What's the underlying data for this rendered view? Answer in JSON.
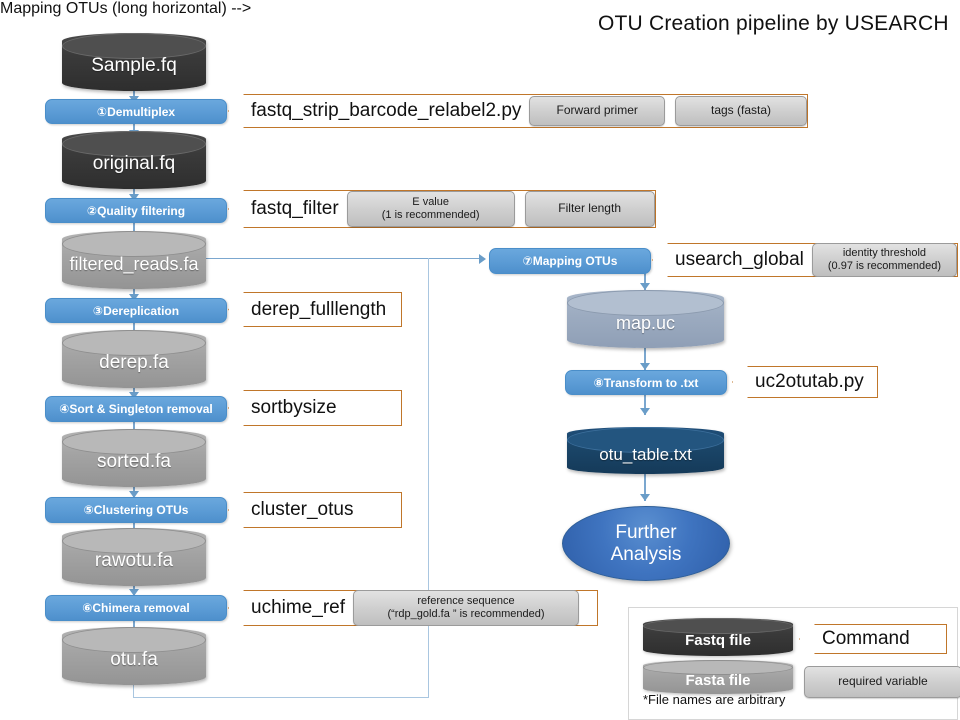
{
  "title": "OTU Creation pipeline by USEARCH",
  "pipeline": {
    "left": {
      "files": [
        {
          "name": "Sample.fq",
          "kind": "fastq"
        },
        {
          "name": "original.fq",
          "kind": "fastq"
        },
        {
          "name": "filtered_reads.fa",
          "kind": "fasta"
        },
        {
          "name": "derep.fa",
          "kind": "fasta"
        },
        {
          "name": "sorted.fa",
          "kind": "fasta"
        },
        {
          "name": "rawotu.fa",
          "kind": "fasta"
        },
        {
          "name": "otu.fa",
          "kind": "fasta"
        }
      ],
      "steps": [
        {
          "label": "①Demultiplex",
          "command": "fastq_strip_barcode_relabel2.py",
          "variables": [
            "Forward primer",
            "tags (fasta)"
          ]
        },
        {
          "label": "②Quality filtering",
          "command": "fastq_filter",
          "variables": [
            "E value\n(1 is recommended)",
            "Filter length"
          ]
        },
        {
          "label": "③Dereplication",
          "command": "derep_fulllength",
          "variables": []
        },
        {
          "label": "④Sort & Singleton removal",
          "command": "sortbysize",
          "variables": []
        },
        {
          "label": "⑤Clustering OTUs",
          "command": "cluster_otus",
          "variables": []
        },
        {
          "label": "⑥Chimera removal",
          "command": "uchime_ref",
          "variables": [
            "reference sequence\n(“rdp_gold.fa ” is recommended)"
          ]
        }
      ]
    },
    "right": {
      "files": [
        {
          "name": "map.uc",
          "kind": "steel"
        },
        {
          "name": "otu_table.txt",
          "kind": "navy"
        }
      ],
      "steps": [
        {
          "label": "⑦Mapping OTUs",
          "command": "usearch_global",
          "variables": [
            "identity threshold\n(0.97 is recommended)"
          ]
        },
        {
          "label": "⑧Transform to .txt",
          "command": "uc2otutab.py",
          "variables": []
        }
      ],
      "terminal": "Further\nAnalysis"
    }
  },
  "legend": {
    "fastq_label": "Fastq file",
    "fasta_label": "Fasta file",
    "command_label": "Command",
    "variable_label": "required variable",
    "note": "*File names are arbitrary"
  },
  "colors": {
    "step_blue": "#5B9BD5",
    "command_border": "#C0762A",
    "connector": "#7BA7CF",
    "fastq_dark": "#3A3A3A",
    "fasta_gray": "#A3A3A3",
    "map_steel": "#9CABC0",
    "table_navy": "#1F4E79",
    "ellipse_blue": "#3F74C0"
  }
}
